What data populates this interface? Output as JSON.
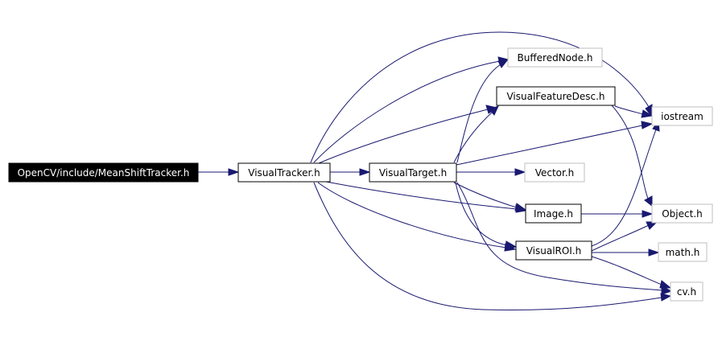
{
  "colors": {
    "edge": "#191970",
    "root_fill": "#000000",
    "root_text": "#ffffff",
    "local_border": "#000000",
    "external_border": "#bfbfbf",
    "text": "#000000"
  },
  "nodes": {
    "mean_shift_tracker": {
      "label": "OpenCV/include/MeanShiftTracker.h",
      "kind": "root"
    },
    "visual_tracker": {
      "label": "VisualTracker.h",
      "kind": "local"
    },
    "visual_target": {
      "label": "VisualTarget.h",
      "kind": "local"
    },
    "buffered_node": {
      "label": "BufferedNode.h",
      "kind": "external"
    },
    "visual_feature_desc": {
      "label": "VisualFeatureDesc.h",
      "kind": "local"
    },
    "iostream": {
      "label": "iostream",
      "kind": "external"
    },
    "vector": {
      "label": "Vector.h",
      "kind": "external"
    },
    "image": {
      "label": "Image.h",
      "kind": "local"
    },
    "object": {
      "label": "Object.h",
      "kind": "external"
    },
    "visual_roi": {
      "label": "VisualROI.h",
      "kind": "local"
    },
    "math": {
      "label": "math.h",
      "kind": "external"
    },
    "cv": {
      "label": "cv.h",
      "kind": "external"
    }
  },
  "edges": [
    {
      "from": "mean_shift_tracker",
      "to": "visual_tracker"
    },
    {
      "from": "visual_tracker",
      "to": "visual_target"
    },
    {
      "from": "visual_tracker",
      "to": "buffered_node"
    },
    {
      "from": "visual_tracker",
      "to": "visual_feature_desc"
    },
    {
      "from": "visual_tracker",
      "to": "iostream"
    },
    {
      "from": "visual_tracker",
      "to": "image"
    },
    {
      "from": "visual_tracker",
      "to": "visual_roi"
    },
    {
      "from": "visual_tracker",
      "to": "cv"
    },
    {
      "from": "visual_target",
      "to": "buffered_node"
    },
    {
      "from": "visual_target",
      "to": "visual_feature_desc"
    },
    {
      "from": "visual_target",
      "to": "iostream"
    },
    {
      "from": "visual_target",
      "to": "vector"
    },
    {
      "from": "visual_target",
      "to": "image"
    },
    {
      "from": "visual_target",
      "to": "visual_roi"
    },
    {
      "from": "visual_target",
      "to": "cv"
    },
    {
      "from": "visual_feature_desc",
      "to": "iostream"
    },
    {
      "from": "visual_feature_desc",
      "to": "object"
    },
    {
      "from": "image",
      "to": "object"
    },
    {
      "from": "visual_roi",
      "to": "iostream"
    },
    {
      "from": "visual_roi",
      "to": "object"
    },
    {
      "from": "visual_roi",
      "to": "math"
    },
    {
      "from": "visual_roi",
      "to": "cv"
    }
  ]
}
